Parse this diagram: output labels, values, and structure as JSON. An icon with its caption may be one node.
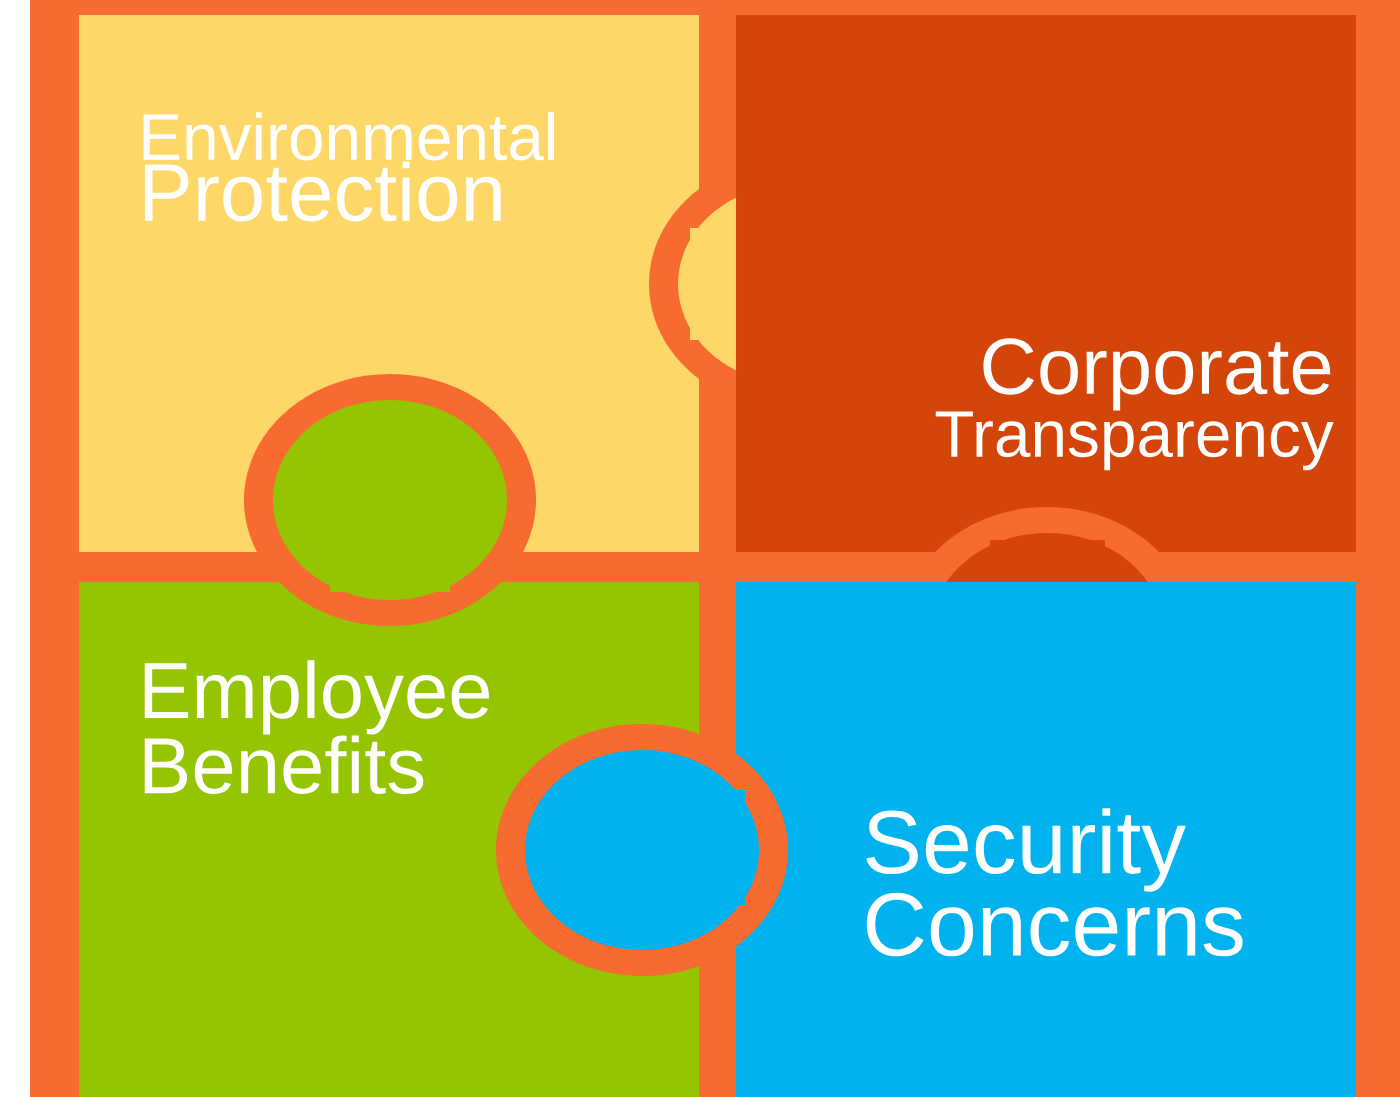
{
  "diagram": {
    "nodes": [
      {
        "text": [
          "Environmental",
          "Protection"
        ]
      },
      {
        "text": [
          "Corporate",
          "Transparency"
        ]
      },
      {
        "text": [
          "Employee Benefits"
        ]
      },
      {
        "text": [
          "Security Concerns"
        ]
      }
    ]
  }
}
